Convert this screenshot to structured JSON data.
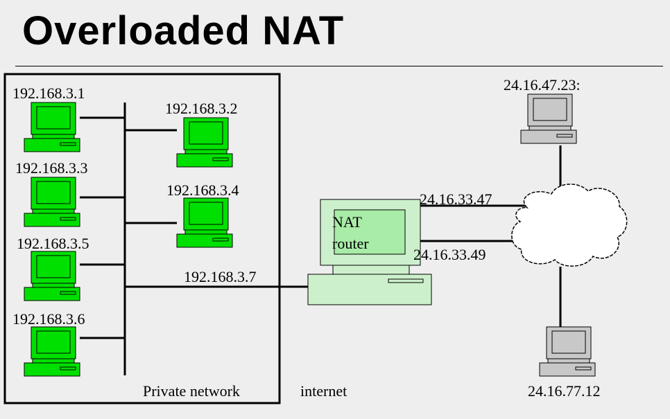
{
  "title": "Overloaded NAT",
  "private_hosts": [
    {
      "ip": "192.168.3.1"
    },
    {
      "ip": "192.168.3.2"
    },
    {
      "ip": "192.168.3.3"
    },
    {
      "ip": "192.168.3.4"
    },
    {
      "ip": "192.168.3.5"
    },
    {
      "ip": "192.168.3.6"
    }
  ],
  "router": {
    "label_line1": "NAT",
    "label_line2": "router",
    "inside_ip": "192.168.3.7",
    "outside_ip_1": "24.16.33.47",
    "outside_ip_2": "24.16.33.49"
  },
  "public_hosts": [
    {
      "ip": "24.16.47.23:"
    },
    {
      "ip": "24.16.77.12"
    }
  ],
  "regions": {
    "private": "Private network",
    "public": "internet"
  },
  "colors": {
    "host_private": "#00e000",
    "host_public": "#c8c8c8",
    "router": "#ccf0cc",
    "router_screen": "#a8eca8",
    "background": "#eeeeee"
  }
}
